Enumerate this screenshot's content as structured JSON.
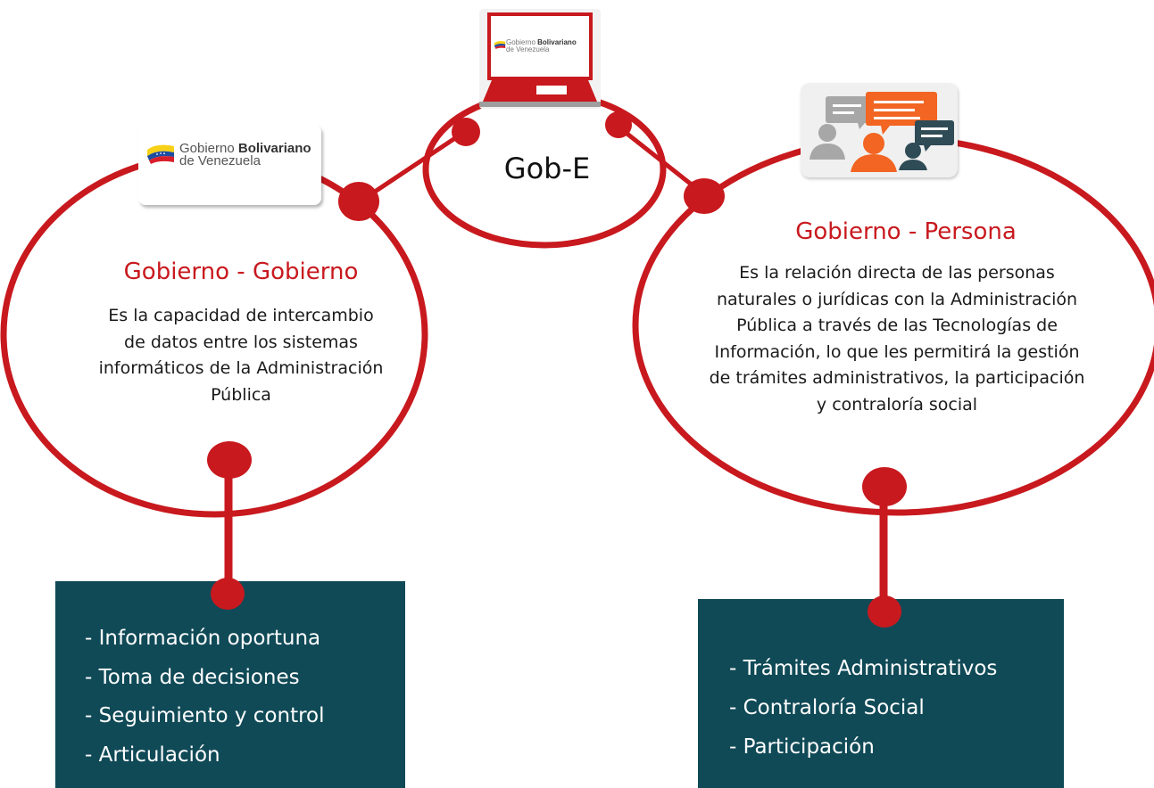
{
  "center": {
    "label": "Gob-E"
  },
  "logos": {
    "left": {
      "line1_regular": "Gobierno ",
      "line1_bold": "Bolivariano",
      "line2": "de Venezuela"
    },
    "laptop": {
      "line1_regular": "Gobierno ",
      "line1_bold": "Bolivariano",
      "line2": "de Venezuela"
    }
  },
  "left_circle": {
    "title": "Gobierno - Gobierno",
    "body_lines": [
      "Es la capacidad de intercambio",
      "de datos entre los sistemas",
      "informáticos de la Administración",
      "Pública"
    ]
  },
  "right_circle": {
    "title": "Gobierno - Persona",
    "body_lines": [
      "Es la relación directa de las personas",
      "naturales o jurídicas con la Administración",
      "Pública a través de las Tecnologías de",
      "Información, lo que les permitirá la gestión",
      "de trámites administrativos, la participación",
      "y contraloría social"
    ]
  },
  "left_box": {
    "items": [
      "- Información oportuna",
      "- Toma de decisiones",
      "- Seguimiento y control",
      "- Articulación"
    ]
  },
  "right_box": {
    "items": [
      "- Trámites Administrativos",
      "- Contraloría Social",
      "- Participación"
    ]
  },
  "colors": {
    "accent_red": "#c8191e",
    "box_teal": "#104a57",
    "chat_orange": "#f26522",
    "chat_gray": "#a7a7a7",
    "chat_dark": "#2f4b55"
  }
}
